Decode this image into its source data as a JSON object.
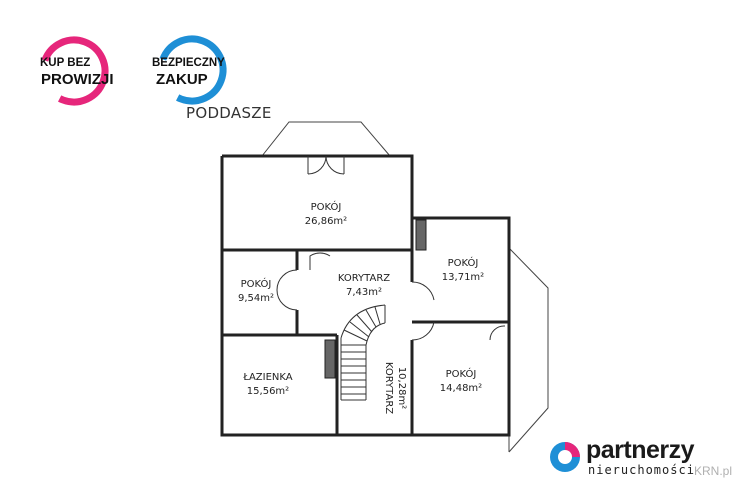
{
  "badges": {
    "left": {
      "line1": "KUP BEZ",
      "line2": "PROWIZJI",
      "color": "#e6267b"
    },
    "right": {
      "line1": "BEZPIECZNY",
      "line2": "ZAKUP",
      "color": "#1e8fd6"
    }
  },
  "floor_title": "PODDASZE",
  "rooms": [
    {
      "name": "POKÓJ",
      "area": "26,86m²"
    },
    {
      "name": "POKÓJ",
      "area": "9,54m²"
    },
    {
      "name": "KORYTARZ",
      "area": "7,43m²"
    },
    {
      "name": "POKÓJ",
      "area": "13,71m²"
    },
    {
      "name": "ŁAZIENKA",
      "area": "15,56m²"
    },
    {
      "name": "KORYTARZ",
      "area": "10,28m²"
    },
    {
      "name": "POKÓJ",
      "area": "14,48m²"
    }
  ],
  "brand": {
    "name": "partnerzy",
    "sub": "nieruchomości",
    "suffix": "KRN.pl",
    "colors": {
      "pink": "#e6267b",
      "blue": "#1e8fd6"
    }
  }
}
